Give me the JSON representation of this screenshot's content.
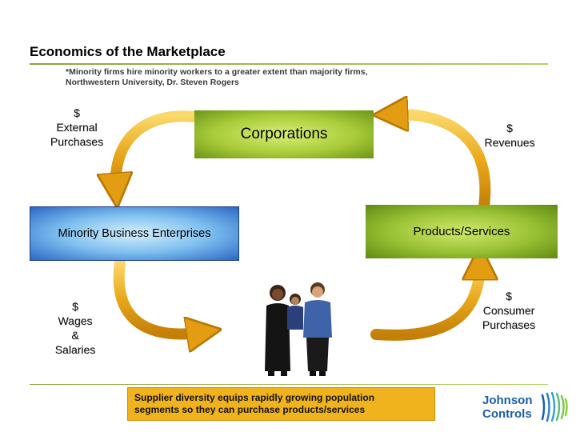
{
  "title": "Economics of the Marketplace",
  "footnote": {
    "line1": "*Minority firms hire minority workers to a greater extent than majority firms,",
    "line2": "Northwestern University, Dr. Steven Rogers"
  },
  "external_purchases": {
    "line1": "$",
    "line2": "External",
    "line3": "Purchases"
  },
  "revenues": {
    "line1": "$",
    "line2": "Revenues"
  },
  "corporations": "Corporations",
  "minority_business": "Minority Business Enterprises",
  "products_services": "Products/Services",
  "wages": {
    "line1": "$",
    "line2": "Wages",
    "line3": "&",
    "line4": "Salaries"
  },
  "consumer_purchases": {
    "line1": "$",
    "line2": "Consumer",
    "line3": "Purchases"
  },
  "diversity_note": {
    "line1": "Supplier diversity equips rapidly growing population",
    "line2": "segments so they can purchase products/services"
  },
  "logo": {
    "line1": "Johnson",
    "line2": "Controls"
  },
  "colors": {
    "accent_green": "#a9cc3a",
    "arrow_gold": "#e9a91b",
    "mbe_blue": "#2a67c4",
    "logo_blue": "#1b5fa8"
  }
}
